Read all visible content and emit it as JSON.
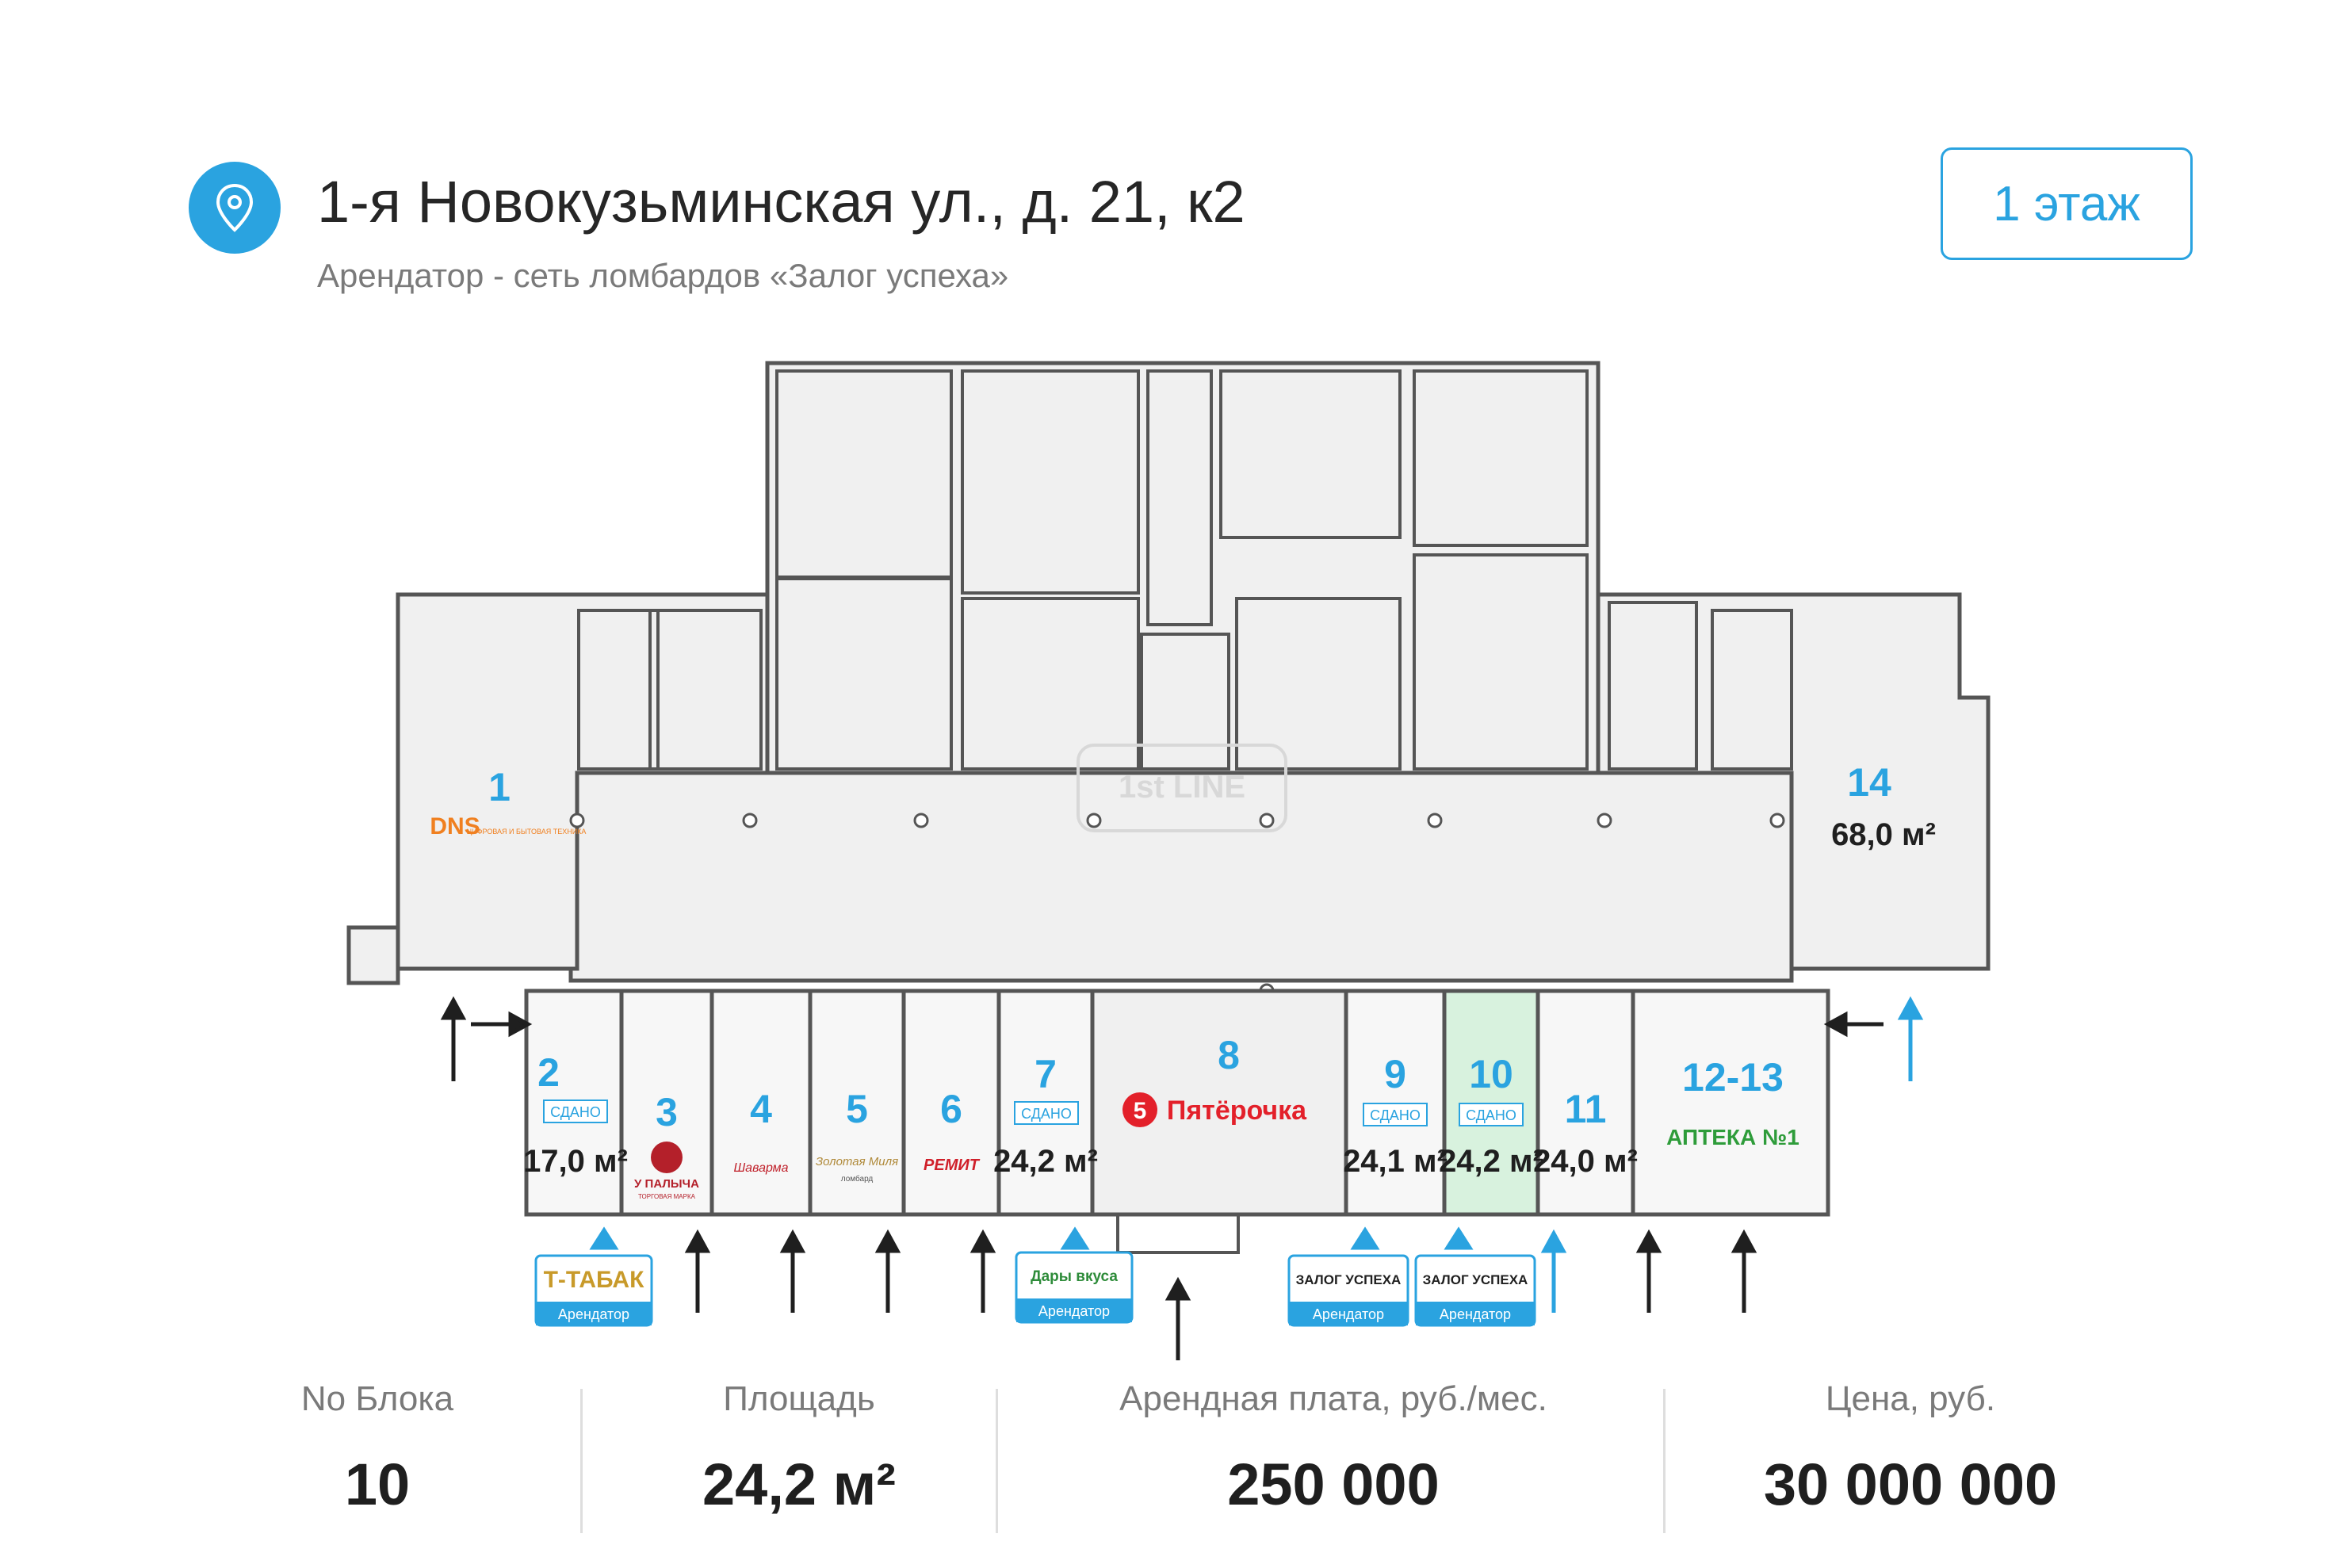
{
  "header": {
    "title": "1-я Новокузьминская ул., д. 21, к2",
    "subtitle": "Арендатор - сеть ломбардов «Залог успеха»",
    "floor_button": "1 этаж"
  },
  "colors": {
    "accent": "#2aa3e0",
    "selected_fill": "#d8f2de",
    "wall": "#555555",
    "floor": "#f0f0f0"
  },
  "plan": {
    "watermark": "1st LINE",
    "blocks": [
      {
        "id": "1",
        "logo": "DNS",
        "logo_sub": "ЦИФРОВАЯ И БЫТОВАЯ ТЕХНИКА"
      },
      {
        "id": "2",
        "badge": "СДАНО",
        "area": "17,0 м²"
      },
      {
        "id": "3",
        "logo": "У ПАЛЫЧА",
        "logo_sub": "ТОРГОВАЯ МАРКА"
      },
      {
        "id": "4",
        "logo": "Шаварма"
      },
      {
        "id": "5",
        "logo": "Золотая Миля",
        "logo_sub": "ломбард"
      },
      {
        "id": "6",
        "logo": "РЕМИТ"
      },
      {
        "id": "7",
        "badge": "СДАНО",
        "area": "24,2 м²"
      },
      {
        "id": "8",
        "logo": "Пятёрочка"
      },
      {
        "id": "9",
        "badge": "СДАНО",
        "area": "24,1 м²"
      },
      {
        "id": "10",
        "badge": "СДАНО",
        "area": "24,2 м²"
      },
      {
        "id": "11",
        "area": "24,0 м²"
      },
      {
        "id": "12-13",
        "logo": "АПТЕКА №1"
      },
      {
        "id": "14",
        "area": "68,0 м²"
      }
    ],
    "tenants": [
      {
        "name": "Т-ТАБАК",
        "label": "Арендатор"
      },
      {
        "name": "Дары вкуса",
        "label": "Арендатор"
      },
      {
        "name": "ЗАЛОГ УСПЕХА",
        "label": "Арендатор"
      },
      {
        "name": "ЗАЛОГ УСПЕХА",
        "label": "Арендатор"
      }
    ]
  },
  "stats": [
    {
      "label": "No Блока",
      "value": "10"
    },
    {
      "label": "Площадь",
      "value": "24,2 м²"
    },
    {
      "label": "Арендная плата, руб./мес.",
      "value": "250 000"
    },
    {
      "label": "Цена, руб.",
      "value": "30 000 000"
    }
  ]
}
